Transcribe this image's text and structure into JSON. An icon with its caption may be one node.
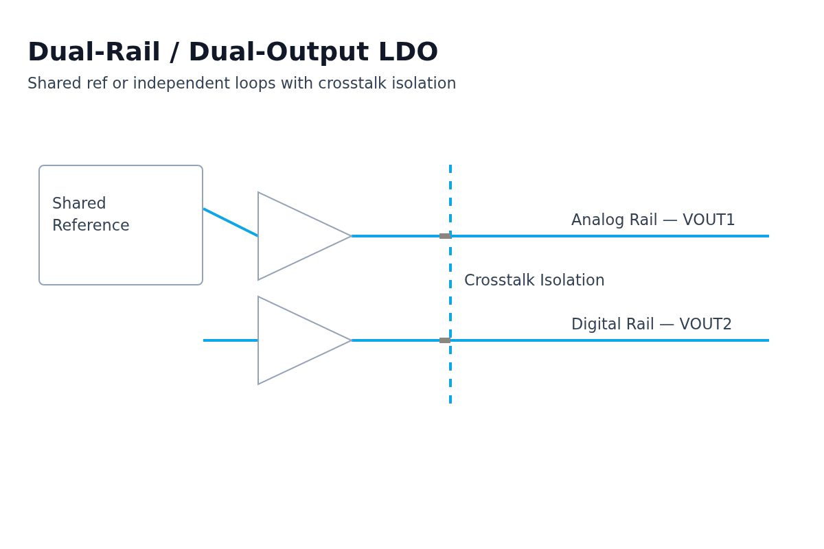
{
  "diagram": {
    "title": "Dual-Rail / Dual-Output LDO",
    "nodes": [
      {
        "text": [
          "Shared Reference"
        ]
      },
      {
        "text": [],
        "shape": "triangle"
      },
      {
        "text": [],
        "shape": "triangle"
      }
    ],
    "edges": [
      {
        "from": 0,
        "to": 1,
        "arrow": "none"
      },
      {
        "from": 1,
        "to": null,
        "arrow": "none",
        "label": "Analog Rail — VOUT1"
      },
      {
        "from": null,
        "to": 2,
        "arrow": "none"
      },
      {
        "from": 2,
        "to": null,
        "arrow": "none",
        "label": "Digital Rail — VOUT2"
      }
    ],
    "labels": [
      "Shared ref or independent loops with crosstalk isolation",
      "Crosstalk Isolation"
    ]
  }
}
